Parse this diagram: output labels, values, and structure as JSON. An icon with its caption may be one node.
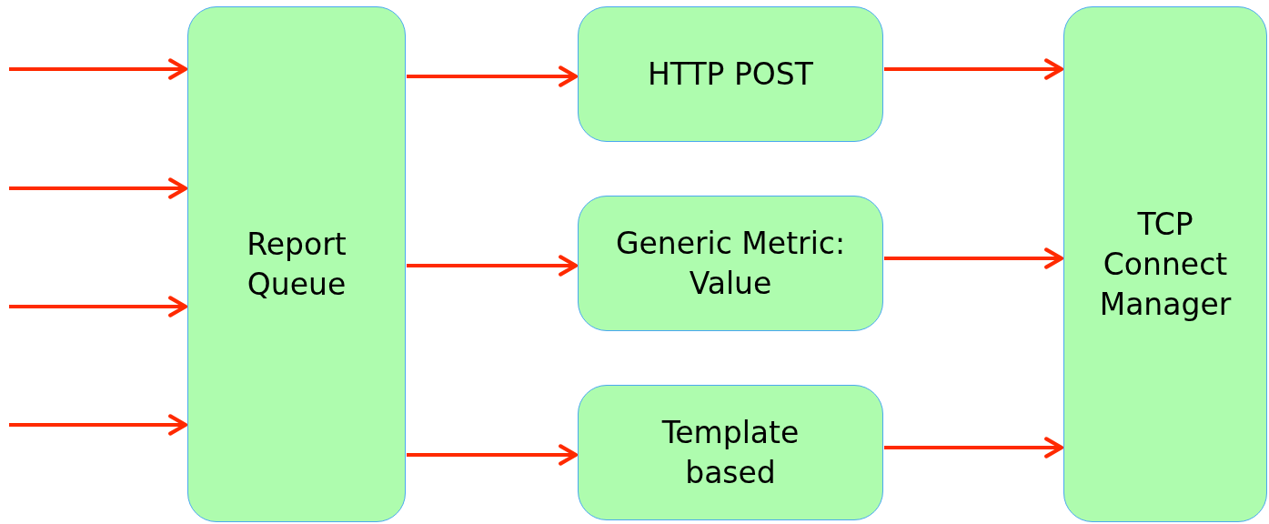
{
  "diagram": {
    "nodes": [
      {
        "text": [
          "Report Queue"
        ]
      },
      {
        "text": [
          "HTTP POST"
        ]
      },
      {
        "text": [
          "Generic Metric: Value"
        ]
      },
      {
        "text": [
          "Template based"
        ]
      },
      {
        "text": [
          "TCP Connect Manager"
        ]
      }
    ],
    "edges": [
      {
        "from": null,
        "to": 0,
        "arrow": "to"
      },
      {
        "from": null,
        "to": 0,
        "arrow": "to"
      },
      {
        "from": null,
        "to": 0,
        "arrow": "to"
      },
      {
        "from": null,
        "to": 0,
        "arrow": "to"
      },
      {
        "from": 0,
        "to": 1,
        "arrow": "to"
      },
      {
        "from": 0,
        "to": 2,
        "arrow": "to"
      },
      {
        "from": 0,
        "to": 3,
        "arrow": "to"
      },
      {
        "from": 1,
        "to": 4,
        "arrow": "to"
      },
      {
        "from": 2,
        "to": 4,
        "arrow": "to"
      },
      {
        "from": 3,
        "to": 4,
        "arrow": "to"
      }
    ]
  }
}
